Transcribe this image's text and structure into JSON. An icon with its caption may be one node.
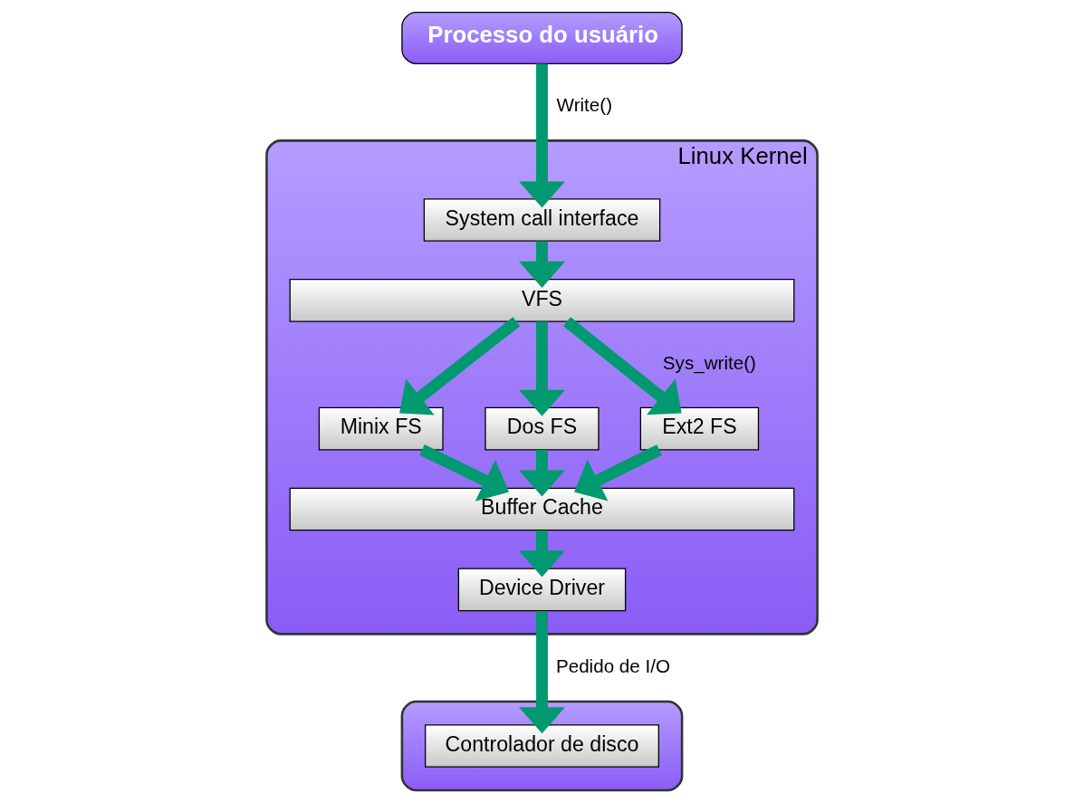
{
  "diagram": {
    "nodes": [
      {
        "text": [
          "Processo do usuário"
        ]
      },
      {
        "text": [
          "Linux Kernel"
        ]
      },
      {
        "text": [
          "System call interface"
        ],
        "in": 1
      },
      {
        "text": [
          "VFS"
        ],
        "in": 1
      },
      {
        "text": [
          "Minix FS"
        ],
        "in": 1
      },
      {
        "text": [
          "Dos FS"
        ],
        "in": 1
      },
      {
        "text": [
          "Ext2 FS"
        ],
        "in": 1
      },
      {
        "text": [
          "Buffer Cache"
        ],
        "in": 1
      },
      {
        "text": [
          "Device Driver"
        ],
        "in": 1
      },
      {
        "text": [],
        "shape": "bar"
      },
      {
        "text": [
          "Controlador de disco"
        ],
        "in": 9
      }
    ],
    "edges": [
      {
        "from": 0,
        "to": 2,
        "arrow": "to",
        "label": "Write()"
      },
      {
        "from": 2,
        "to": 3,
        "arrow": "to"
      },
      {
        "from": 3,
        "to": 4,
        "arrow": "to"
      },
      {
        "from": 3,
        "to": 5,
        "arrow": "to"
      },
      {
        "from": 3,
        "to": 6,
        "arrow": "to",
        "label": "Sys_write()"
      },
      {
        "from": 4,
        "to": 7,
        "arrow": "to"
      },
      {
        "from": 5,
        "to": 7,
        "arrow": "to"
      },
      {
        "from": 6,
        "to": 7,
        "arrow": "to"
      },
      {
        "from": 7,
        "to": 8,
        "arrow": "to"
      },
      {
        "from": 8,
        "to": 10,
        "arrow": "to",
        "label": "Pedido de I/O"
      }
    ]
  }
}
